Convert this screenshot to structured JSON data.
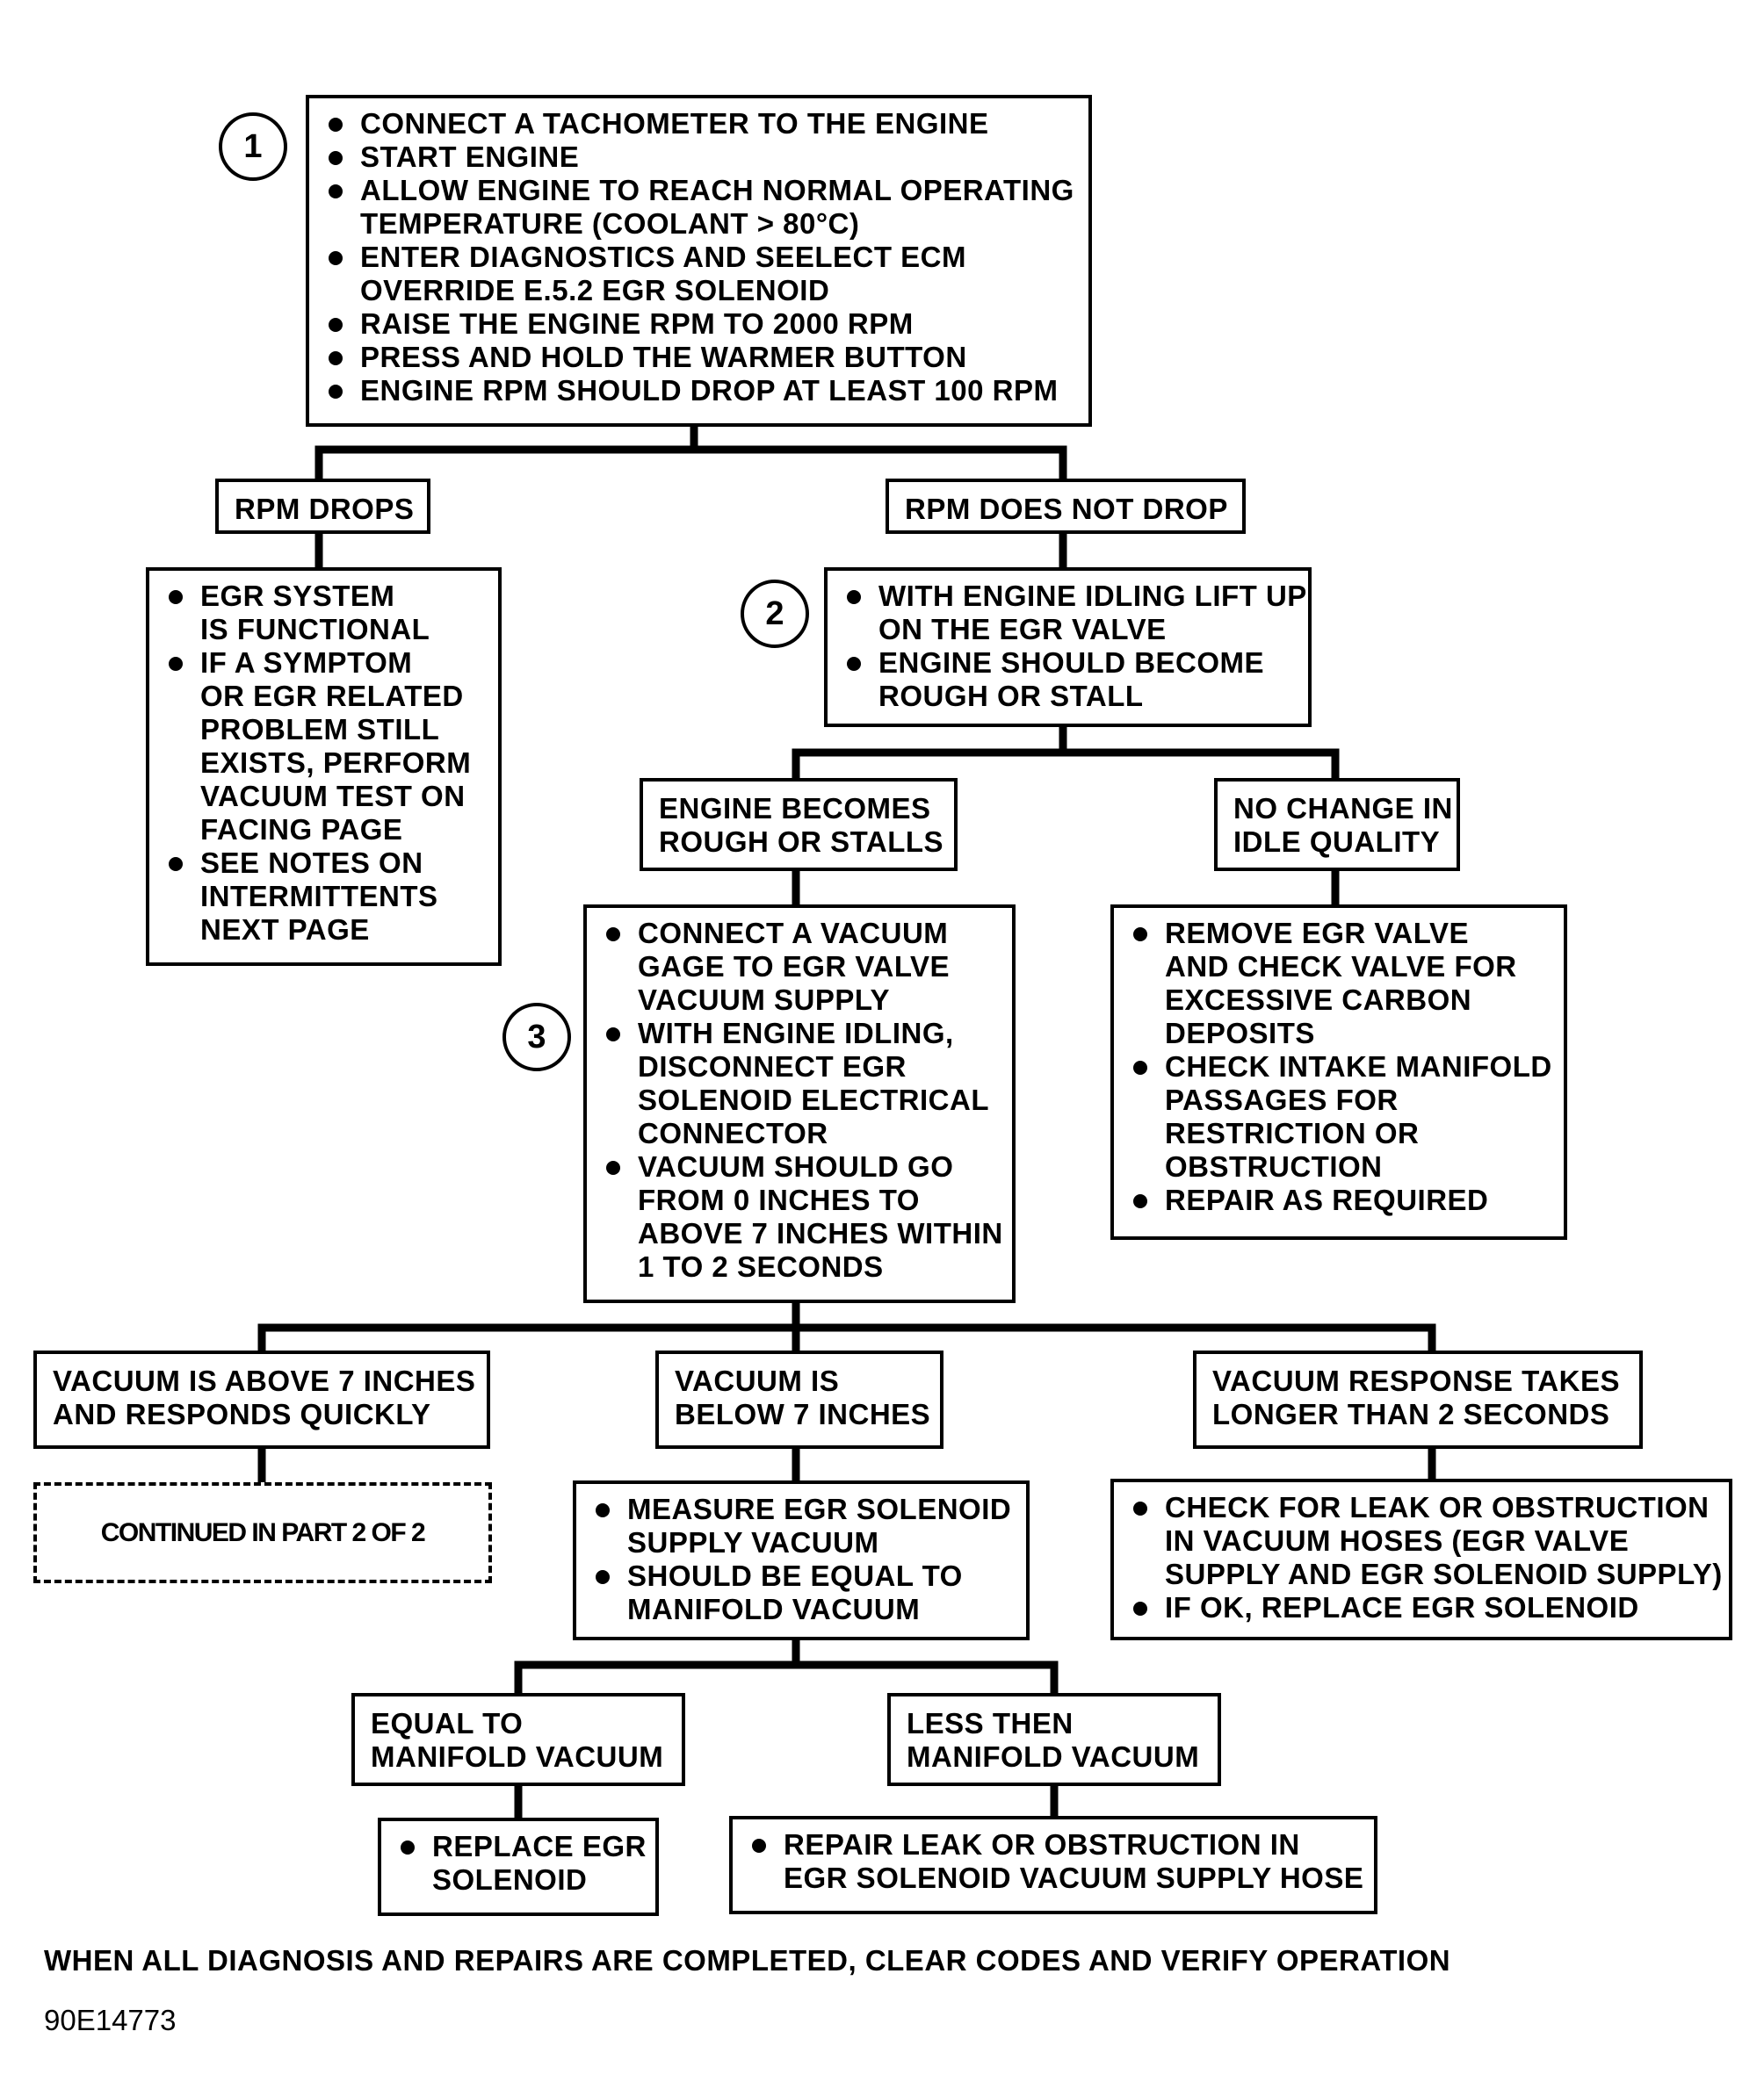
{
  "steps": {
    "s1": "1",
    "s2": "2",
    "s3": "3"
  },
  "boxes": {
    "step1": {
      "bullets": [
        [
          "CONNECT A TACHOMETER TO THE ENGINE"
        ],
        [
          "START ENGINE"
        ],
        [
          "ALLOW ENGINE TO REACH NORMAL OPERATING",
          "TEMPERATURE (COOLANT > 80°C)"
        ],
        [
          "ENTER DIAGNOSTICS AND SEELECT ECM",
          "OVERRIDE E.5.2 EGR SOLENOID"
        ],
        [
          "RAISE THE ENGINE RPM TO 2000 RPM"
        ],
        [
          "PRESS AND HOLD THE WARMER BUTTON"
        ],
        [
          "ENGINE RPM SHOULD DROP AT LEAST 100 RPM"
        ]
      ]
    },
    "rpm_drops": {
      "lines": [
        "RPM DROPS"
      ]
    },
    "rpm_not_drop": {
      "lines": [
        "RPM DOES NOT DROP"
      ]
    },
    "egr_functional": {
      "bullets": [
        [
          "EGR SYSTEM",
          "IS FUNCTIONAL"
        ],
        [
          "IF A SYMPTOM",
          "OR EGR RELATED",
          "PROBLEM STILL",
          "EXISTS, PERFORM",
          "VACUUM TEST ON",
          "FACING PAGE"
        ],
        [
          "SEE NOTES ON",
          "INTERMITTENTS",
          "NEXT PAGE"
        ]
      ]
    },
    "step2": {
      "bullets": [
        [
          "WITH ENGINE IDLING LIFT UP",
          "ON THE EGR VALVE"
        ],
        [
          "ENGINE SHOULD BECOME",
          "ROUGH OR STALL"
        ]
      ]
    },
    "rough_stalls": {
      "lines": [
        "ENGINE BECOMES",
        "ROUGH OR STALLS"
      ]
    },
    "no_change": {
      "lines": [
        "NO CHANGE IN",
        "IDLE QUALITY"
      ]
    },
    "step3": {
      "bullets": [
        [
          "CONNECT A VACUUM",
          "GAGE TO EGR VALVE",
          "VACUUM SUPPLY"
        ],
        [
          "WITH ENGINE IDLING,",
          "DISCONNECT EGR",
          "SOLENOID ELECTRICAL",
          "CONNECTOR"
        ],
        [
          "VACUUM SHOULD GO",
          "FROM 0 INCHES TO",
          "ABOVE 7 INCHES WITHIN",
          "1 TO 2 SECONDS"
        ]
      ]
    },
    "remove_valve": {
      "bullets": [
        [
          "REMOVE EGR VALVE",
          "AND CHECK VALVE FOR",
          "EXCESSIVE CARBON",
          "DEPOSITS"
        ],
        [
          "CHECK INTAKE MANIFOLD",
          "PASSAGES FOR",
          "RESTRICTION OR",
          "OBSTRUCTION"
        ],
        [
          "REPAIR AS REQUIRED"
        ]
      ]
    },
    "above7": {
      "lines": [
        "VACUUM IS ABOVE 7 INCHES",
        "AND RESPONDS QUICKLY"
      ]
    },
    "below7": {
      "lines": [
        "VACUUM IS",
        "BELOW 7 INCHES"
      ]
    },
    "longer2": {
      "lines": [
        "VACUUM RESPONSE TAKES",
        "LONGER THAN 2 SECONDS"
      ]
    },
    "continued": {
      "text": "CONTINUED IN PART 2 OF 2"
    },
    "measure": {
      "bullets": [
        [
          "MEASURE EGR SOLENOID",
          "SUPPLY VACUUM"
        ],
        [
          "SHOULD BE EQUAL TO",
          "MANIFOLD VACUUM"
        ]
      ]
    },
    "check_leak": {
      "bullets": [
        [
          "CHECK FOR LEAK OR OBSTRUCTION",
          "IN VACUUM HOSES (EGR VALVE",
          "SUPPLY AND EGR SOLENOID SUPPLY)"
        ],
        [
          "IF OK, REPLACE EGR SOLENOID"
        ]
      ]
    },
    "equal": {
      "lines": [
        "EQUAL TO",
        "MANIFOLD VACUUM"
      ]
    },
    "less": {
      "lines": [
        "LESS THEN",
        "MANIFOLD VACUUM"
      ]
    },
    "replace": {
      "bullets": [
        [
          "REPLACE EGR",
          "SOLENOID"
        ]
      ]
    },
    "repair_leak": {
      "bullets": [
        [
          "REPAIR LEAK OR OBSTRUCTION IN",
          "EGR SOLENOID VACUUM SUPPLY HOSE"
        ]
      ]
    }
  },
  "footer": {
    "note": "WHEN ALL DIAGNOSIS AND REPAIRS ARE COMPLETED, CLEAR CODES AND VERIFY OPERATION",
    "code": "90E14773"
  }
}
